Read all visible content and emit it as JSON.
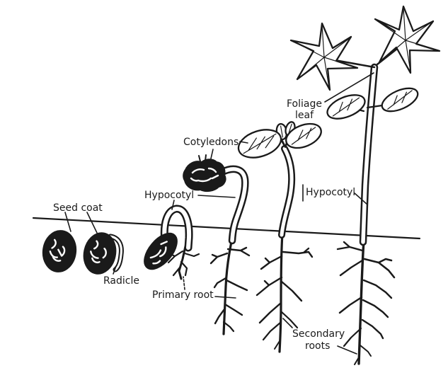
{
  "colors": {
    "ink": "#1a1a1a",
    "paper": "#ffffff"
  },
  "labels": {
    "seed_coat": "Seed coat",
    "radicle": "Radicle",
    "hypocotyl_left": "Hypocotyl",
    "primary_root": "Primary root",
    "cotyledons": "Cotyledons",
    "foliage_leaf_line1": "Foliage",
    "foliage_leaf_line2": "leaf",
    "hypocotyl_right": "Hypocotyl",
    "secondary_roots_line1": "Secondary",
    "secondary_roots_line2": "roots"
  }
}
